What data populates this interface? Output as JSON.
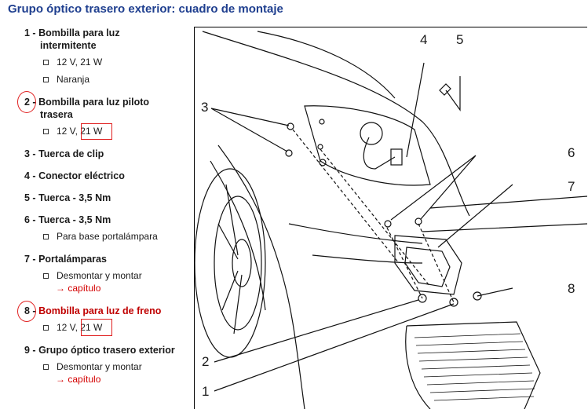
{
  "title": "Grupo óptico trasero exterior: cuadro de montaje",
  "items": [
    {
      "num": "1 -",
      "label": "Bombilla para luz",
      "label2": "intermitente",
      "subs": [
        "12 V, 21 W",
        "Naranja"
      ]
    },
    {
      "num": "2 -",
      "label": "Bombilla para luz piloto",
      "label2": "trasera",
      "sub_a": "12 V,",
      "sub_b": "21 W"
    },
    {
      "num": "3 -",
      "label": "Tuerca de clip"
    },
    {
      "num": "4 -",
      "label": "Conector eléctrico"
    },
    {
      "num": "5 -",
      "label": "Tuerca - 3,5 Nm"
    },
    {
      "num": "6 -",
      "label": "Tuerca - 3,5 Nm",
      "subs": [
        "Para base portalámpara"
      ]
    },
    {
      "num": "7 -",
      "label": "Portalámparas",
      "subs": [
        "Desmontar y montar"
      ],
      "link": "→ capítulo"
    },
    {
      "num": "8 -",
      "label": "Bombilla para luz de freno",
      "sub_a": "12 V,",
      "sub_b": "21 W"
    },
    {
      "num": "9 -",
      "label": "Grupo óptico trasero exterior",
      "subs": [
        "Desmontar y montar"
      ],
      "link": "→ capítulo"
    }
  ],
  "figure": {
    "callouts": [
      "1",
      "2",
      "3",
      "4",
      "5",
      "6",
      "7",
      "8"
    ]
  }
}
